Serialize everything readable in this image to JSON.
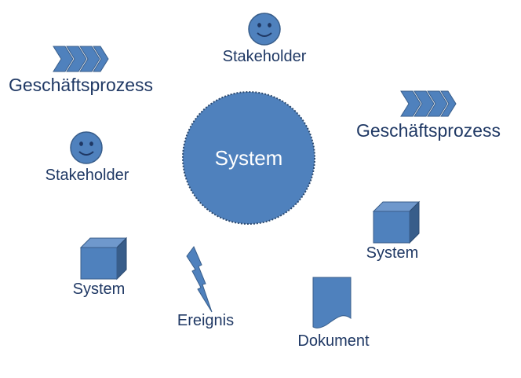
{
  "colors": {
    "fill": "#4f81bd",
    "fill_dark": "#385d8a",
    "fill_light": "#6f98cc",
    "text": "#1f3864",
    "center_text": "#ffffff"
  },
  "center": {
    "label": "System"
  },
  "nodes": {
    "stakeholder_top": {
      "label": "Stakeholder",
      "icon": "smiley-face-icon"
    },
    "stakeholder_left": {
      "label": "Stakeholder",
      "icon": "smiley-face-icon"
    },
    "geschaeftsprozess_left": {
      "label": "Geschäftsprozess",
      "icon": "chevron-arrows-icon"
    },
    "geschaeftsprozess_right": {
      "label": "Geschäftsprozess",
      "icon": "chevron-arrows-icon"
    },
    "system_left": {
      "label": "System",
      "icon": "cube-icon"
    },
    "system_right": {
      "label": "System",
      "icon": "cube-icon"
    },
    "ereignis": {
      "label": "Ereignis",
      "icon": "lightning-bolt-icon"
    },
    "dokument": {
      "label": "Dokument",
      "icon": "document-icon"
    }
  }
}
